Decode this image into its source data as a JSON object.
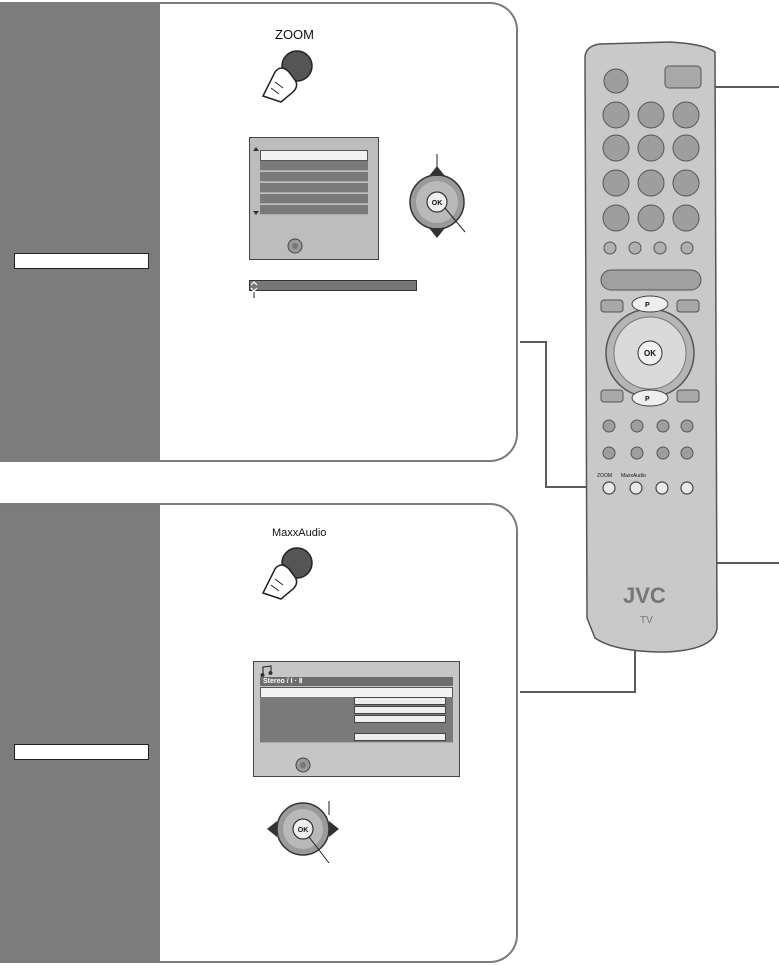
{
  "zoom_panel": {
    "button_caption": "ZOOM",
    "remote_ok_label": "OK"
  },
  "audio_panel": {
    "button_caption": "MaxxAudio",
    "screen_title": "Stereo / Ⅰ · Ⅱ",
    "remote_ok_label": "OK"
  },
  "remote": {
    "ok_label": "OK",
    "p_up_label": "P",
    "p_down_label": "P",
    "zoom_key_label": "ZOOM",
    "maxxaudio_key_label": "MaxxAudio",
    "brand": "JVC",
    "model_tag": "TV"
  },
  "colors": {
    "panel_grey": "#7c7c7c",
    "border_grey": "#7b7b7b",
    "remote_body": "#c9c9c9",
    "screen_grey": "#bdbdbd"
  }
}
